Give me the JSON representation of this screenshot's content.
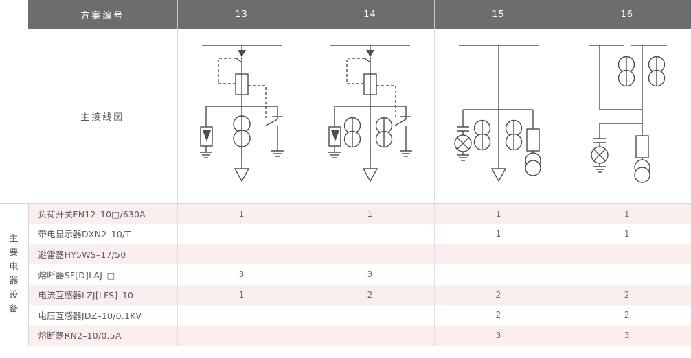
{
  "header": {
    "row_label": "方案编号",
    "schemes": [
      "13",
      "14",
      "15",
      "16"
    ]
  },
  "diagram_row": {
    "label": "主接线图",
    "diagrams": [
      {
        "scheme": "13",
        "name": "main-wiring-diagram-13",
        "elements": [
          "busbar",
          "load-switch",
          "fuse",
          "surge-arrester",
          "current-transformer-x2",
          "earthing-switch",
          "cable-outlet"
        ]
      },
      {
        "scheme": "14",
        "name": "main-wiring-diagram-14",
        "elements": [
          "busbar",
          "load-switch",
          "fuse",
          "surge-arrester",
          "current-transformer-x2-pairs",
          "earthing-switch",
          "cable-outlet"
        ]
      },
      {
        "scheme": "15",
        "name": "main-wiring-diagram-15",
        "elements": [
          "busbar",
          "live-line-indicator",
          "current-transformer-x2-pairs",
          "fuse",
          "voltage-transformer",
          "cable-outlet"
        ]
      },
      {
        "scheme": "16",
        "name": "main-wiring-diagram-16",
        "elements": [
          "split-busbar",
          "current-transformer-x2-pairs",
          "live-line-indicator",
          "fuse",
          "voltage-transformer"
        ]
      }
    ]
  },
  "equipment_section": {
    "vertical_label": "主要电器设备",
    "vertical_chars": [
      "主",
      "要",
      "电",
      "器",
      "设",
      "备"
    ],
    "rows": [
      {
        "label": "负荷开关FN12–10□/630A",
        "values": [
          "1",
          "1",
          "1",
          "1"
        ]
      },
      {
        "label": "带电显示器DXN2–10/T",
        "values": [
          "",
          "",
          "1",
          "1"
        ]
      },
      {
        "label": "避雷器HY5WS–17/50",
        "values": [
          "",
          "",
          "",
          ""
        ]
      },
      {
        "label": "熔断器SF[D]LAJ–□",
        "values": [
          "3",
          "3",
          "",
          ""
        ]
      },
      {
        "label": "电流互感器LZJ[LFS]–10",
        "values": [
          "1",
          "2",
          "2",
          "2"
        ]
      },
      {
        "label": "电压互感器JDZ–10/0.1KV",
        "values": [
          "",
          "",
          "2",
          "2"
        ]
      },
      {
        "label": "熔断器RN2–10/0.5A",
        "values": [
          "",
          "",
          "3",
          "3"
        ]
      }
    ]
  },
  "colors": {
    "header_bg": "#6d6d70",
    "header_text": "#ffffff",
    "row_odd_bg": "#fbeeee",
    "row_even_bg": "#ffffff",
    "line": "#4d4d4d",
    "border": "#d8d8dc"
  }
}
